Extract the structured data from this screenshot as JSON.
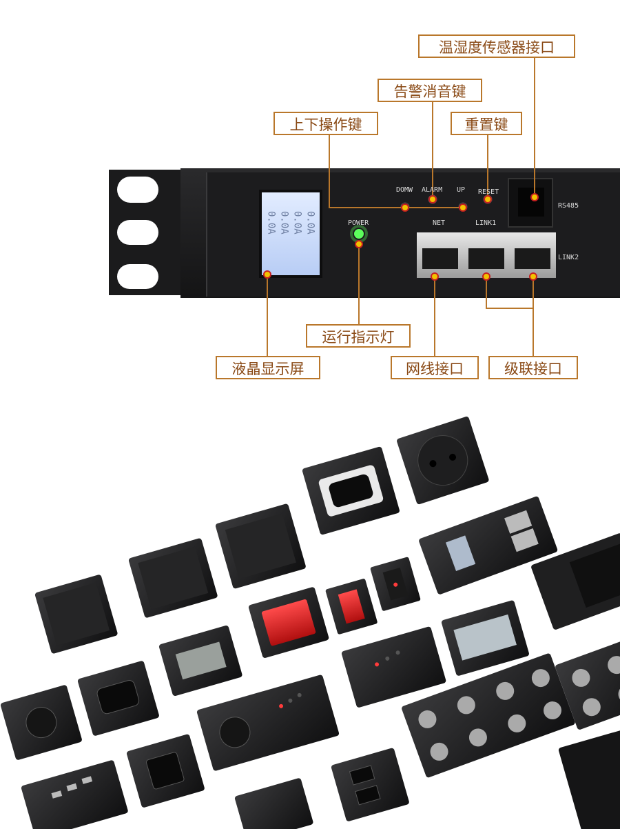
{
  "callouts": {
    "temp_humidity_sensor_port": "温湿度传感器接口",
    "alarm_mute_key": "告警消音键",
    "up_down_keys": "上下操作键",
    "reset_key": "重置键",
    "run_indicator": "运行指示灯",
    "lcd_display": "液晶显示屏",
    "network_port": "网线接口",
    "cascade_port": "级联接口"
  },
  "panel_labels": {
    "down": "DOMW",
    "alarm": "ALARM",
    "up": "UP",
    "reset": "RESET",
    "rs485": "RS485",
    "power": "POWER",
    "net": "NET",
    "link1": "LINK1",
    "link2": "LINK2"
  },
  "lcd": {
    "rows": [
      "0.0A",
      "0.0A",
      "0.0A",
      "0.0A"
    ]
  },
  "colors": {
    "callout_border": "#b9772b",
    "callout_text": "#8a4a16",
    "leader_line": "#b9772b",
    "marker_fill": "#f2c200",
    "marker_ring": "#c62020",
    "panel_body": "#1c1c1e",
    "lcd_backlight": "#cfe0ff",
    "power_led": "#5cff5c"
  }
}
